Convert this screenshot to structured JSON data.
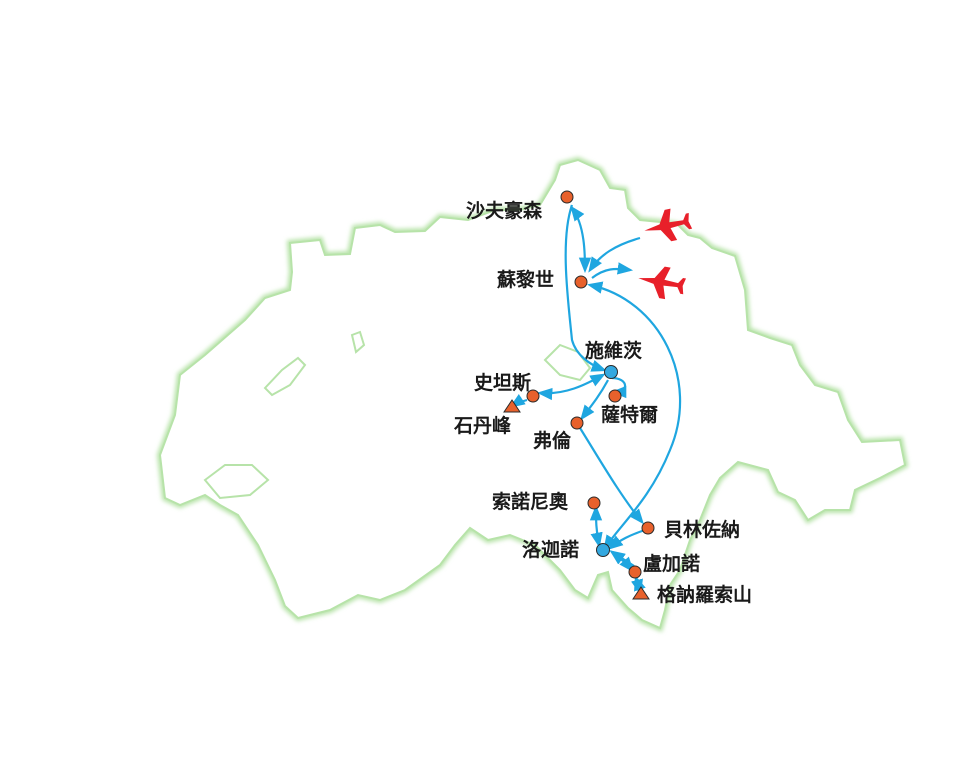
{
  "colors": {
    "land_fill": "#ffffff",
    "land_border": "#b7e3a9",
    "route": "#1fa6e0",
    "city": "#e8612c",
    "hub": "#33a8e0",
    "mountain": "#e8612c",
    "airplane": "#e8202a"
  },
  "places": {
    "schaffhausen": "沙夫豪森",
    "zurich": "蘇黎世",
    "schwyz": "施維茨",
    "stans": "史坦斯",
    "stanserhorn": "石丹峰",
    "sattel": "薩特爾",
    "flueli": "弗倫",
    "sonogno": "索諾尼奧",
    "bellinzona": "貝林佐納",
    "locarno": "洛迦諾",
    "lugano": "盧加諾",
    "generoso": "格訥羅索山"
  },
  "icons": {
    "airplane_1": "airplane-icon",
    "airplane_2": "airplane-icon"
  }
}
